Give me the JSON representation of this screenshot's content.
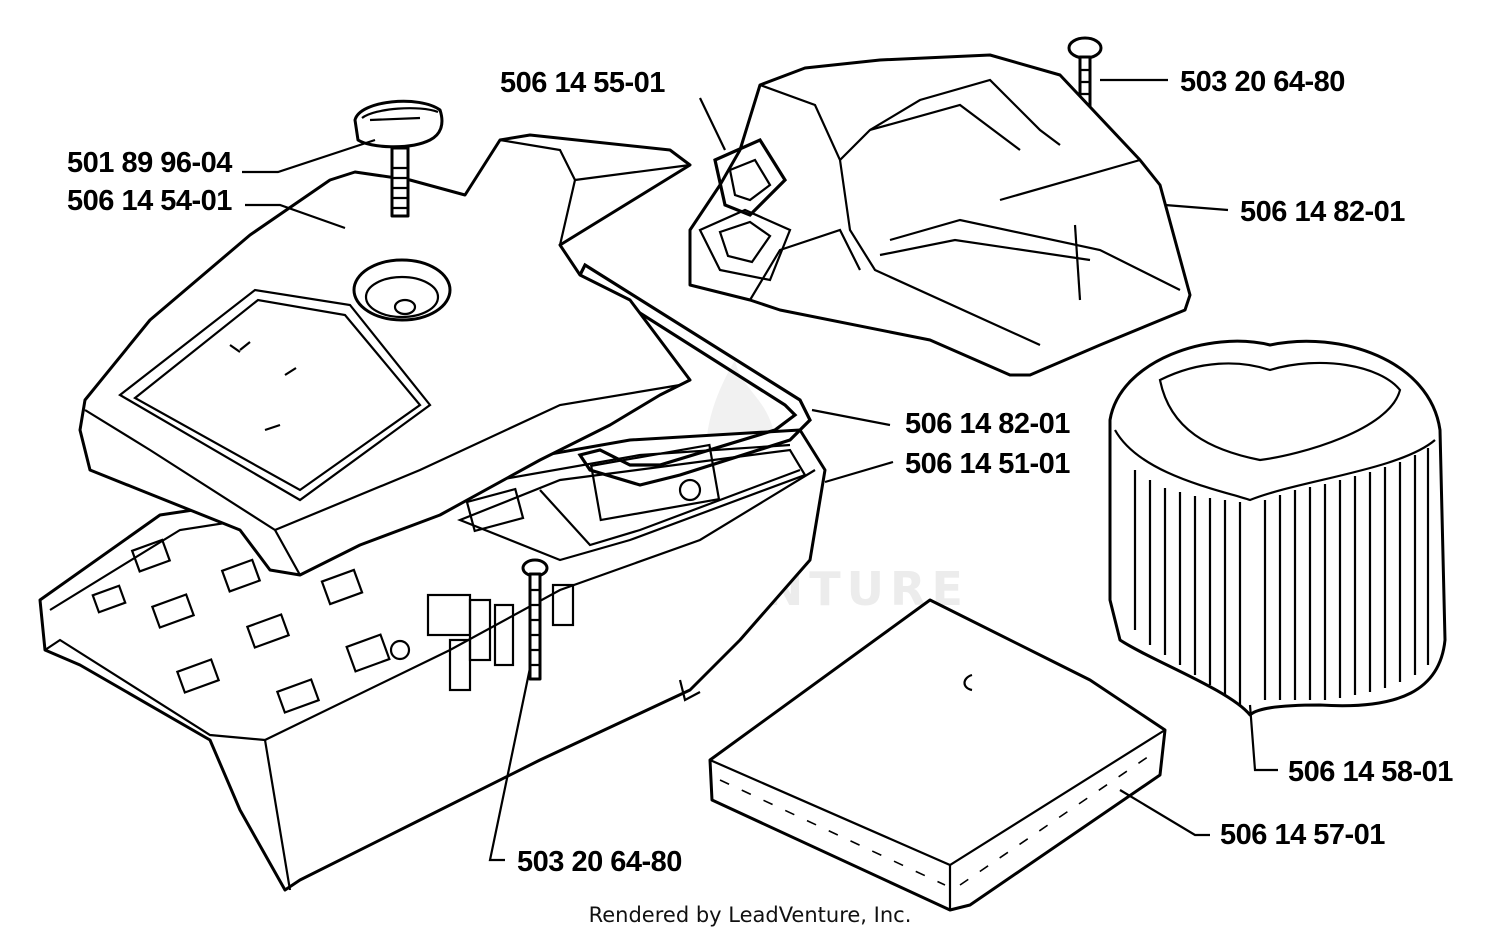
{
  "watermark": "ADVENTURE",
  "credit": "Rendered by LeadVenture, Inc.",
  "labels": {
    "l1": "506 14 55-01",
    "l2": "503 20 64-80",
    "l3": "501 89 96-04",
    "l4": "506 14 54-01",
    "l5": "506 14 82-01",
    "l6": "506 14 82-01",
    "l7": "506 14 51-01",
    "l8": "506 14 58-01",
    "l9": "506 14 57-01",
    "l10": "503 20 64-80"
  }
}
